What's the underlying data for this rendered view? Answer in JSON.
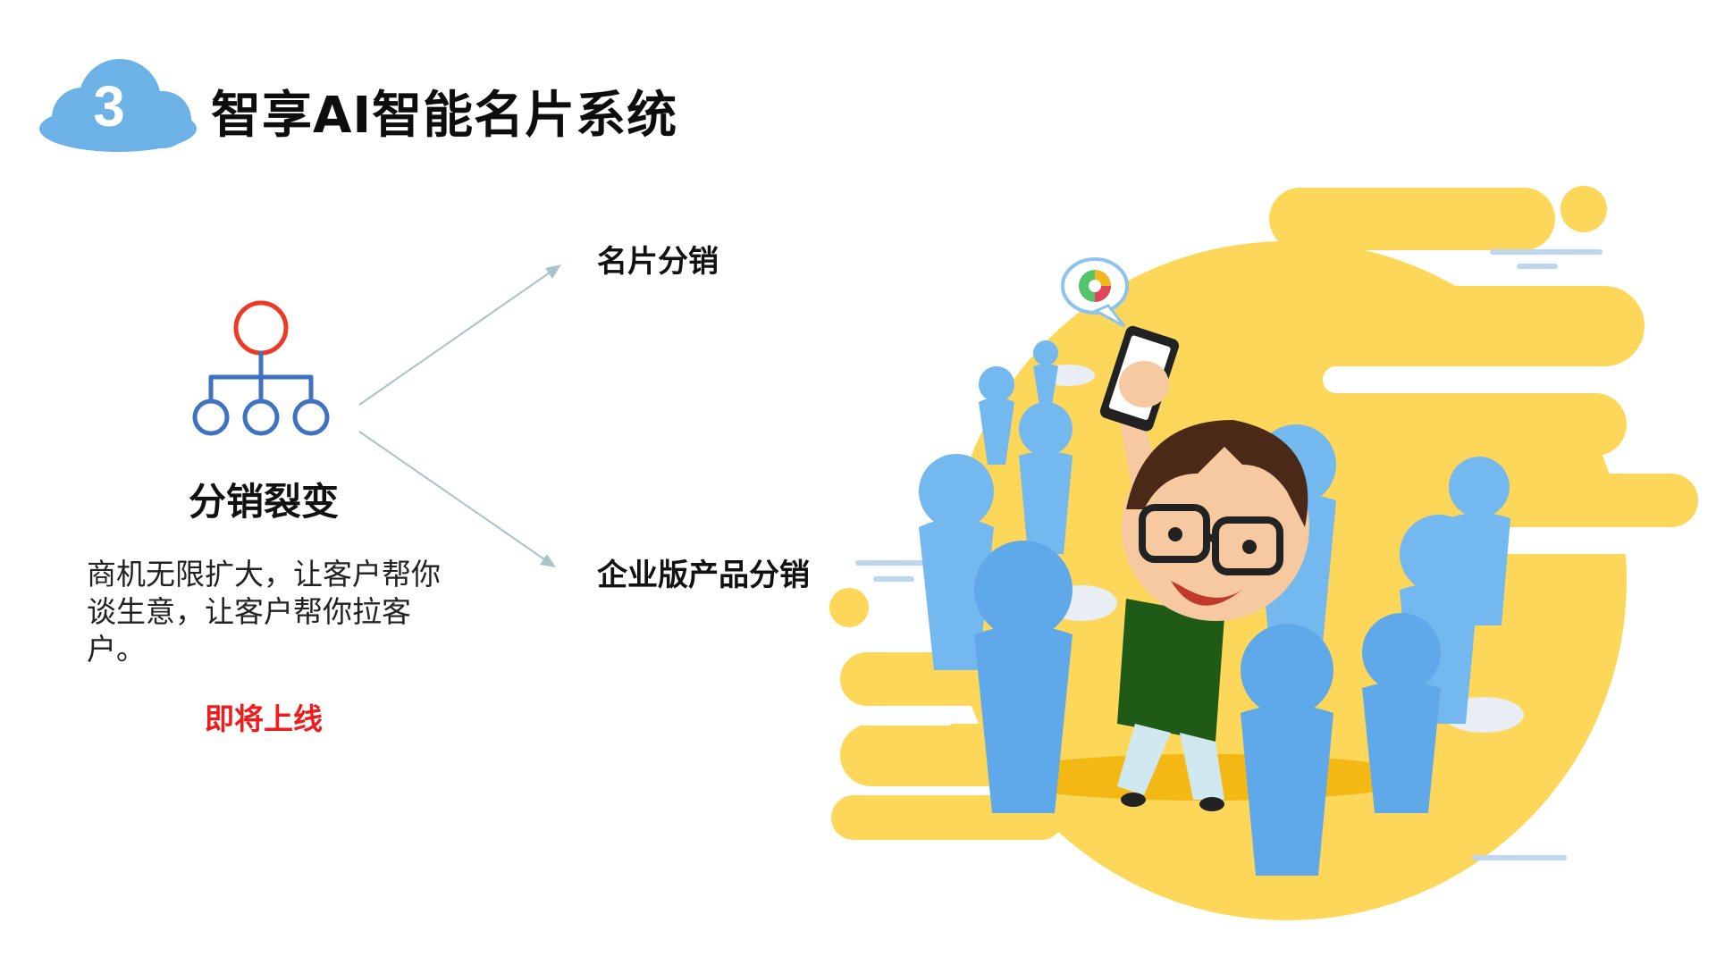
{
  "header": {
    "step_number": "3",
    "title": "智享AI智能名片系统"
  },
  "feature": {
    "icon": "org-chart-icon",
    "title": "分销裂变",
    "description": "商机无限扩大，让客户帮你谈生意，让客户帮你拉客户。",
    "status": "即将上线"
  },
  "branches": [
    {
      "label": "名片分销"
    },
    {
      "label": "企业版产品分销"
    }
  ],
  "colors": {
    "badge_blue": "#6cb2e6",
    "status_red": "#ee1c1c",
    "org_red": "#ee3a24",
    "org_blue": "#3f72c0",
    "illustration_yellow": "#fcd75a",
    "figure_blue": "#74b8f0"
  }
}
